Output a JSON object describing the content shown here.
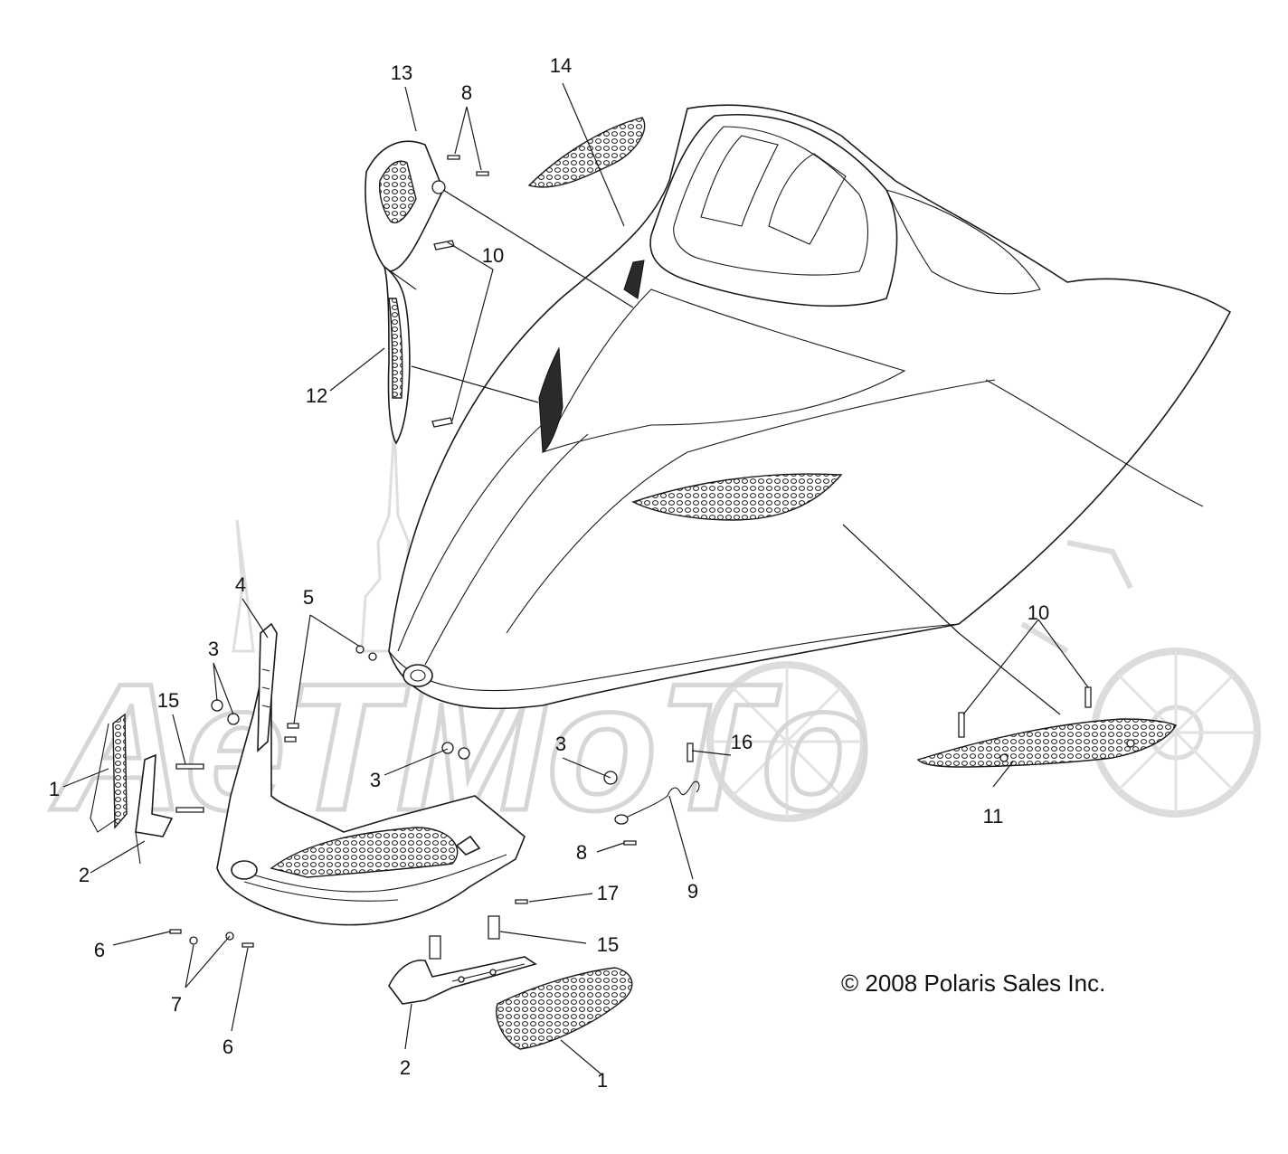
{
  "diagram": {
    "copyright": "© 2008 Polaris Sales Inc.",
    "watermark": "AeTMoTo",
    "callouts": [
      {
        "id": "c13",
        "label": "13"
      },
      {
        "id": "c8a",
        "label": "8"
      },
      {
        "id": "c14",
        "label": "14"
      },
      {
        "id": "c10a",
        "label": "10"
      },
      {
        "id": "c12",
        "label": "12"
      },
      {
        "id": "c4",
        "label": "4"
      },
      {
        "id": "c5",
        "label": "5"
      },
      {
        "id": "c3a",
        "label": "3"
      },
      {
        "id": "c15a",
        "label": "15"
      },
      {
        "id": "c1a",
        "label": "1"
      },
      {
        "id": "c2a",
        "label": "2"
      },
      {
        "id": "c3b",
        "label": "3"
      },
      {
        "id": "c3c",
        "label": "3"
      },
      {
        "id": "c16",
        "label": "16"
      },
      {
        "id": "c10b",
        "label": "10"
      },
      {
        "id": "c11",
        "label": "11"
      },
      {
        "id": "c8b",
        "label": "8"
      },
      {
        "id": "c9",
        "label": "9"
      },
      {
        "id": "c17",
        "label": "17"
      },
      {
        "id": "c15b",
        "label": "15"
      },
      {
        "id": "c6a",
        "label": "6"
      },
      {
        "id": "c7",
        "label": "7"
      },
      {
        "id": "c6b",
        "label": "6"
      },
      {
        "id": "c2b",
        "label": "2"
      },
      {
        "id": "c1b",
        "label": "1"
      }
    ]
  }
}
